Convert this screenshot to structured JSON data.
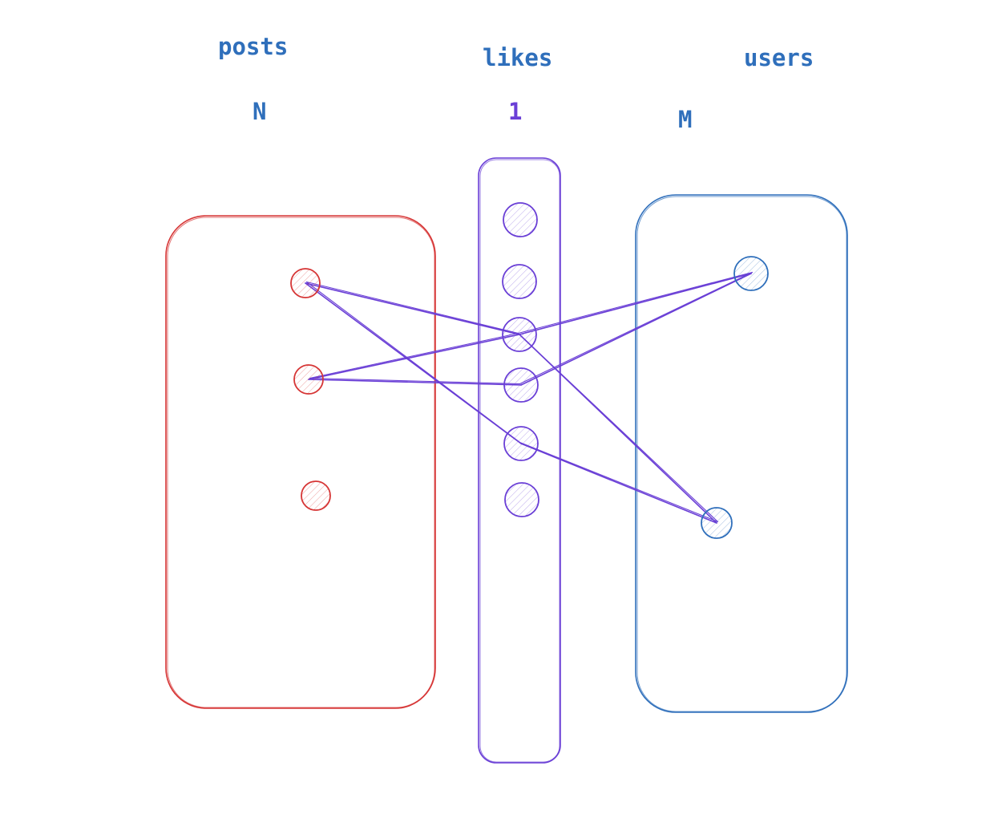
{
  "colors": {
    "posts": "#d63535",
    "likes": "#6a3fd6",
    "users": "#2f6fbb",
    "label_blue": "#2f6fbb",
    "label_violet": "#6a3fd6"
  },
  "labels": {
    "posts_title": "posts",
    "likes_title": "likes",
    "users_title": "users",
    "posts_cardinality": "N",
    "likes_cardinality": "1",
    "users_cardinality": "M"
  },
  "entities": {
    "posts": {
      "node_count": 3
    },
    "likes": {
      "node_count": 6
    },
    "users": {
      "node_count": 2
    }
  },
  "connections": [
    {
      "from": "posts.1",
      "to": "likes.3"
    },
    {
      "from": "posts.1",
      "to": "likes.5"
    },
    {
      "from": "posts.2",
      "to": "likes.3"
    },
    {
      "from": "posts.2",
      "to": "likes.4"
    },
    {
      "from": "users.1",
      "to": "likes.3"
    },
    {
      "from": "users.1",
      "to": "likes.4"
    },
    {
      "from": "users.2",
      "to": "likes.3"
    },
    {
      "from": "users.2",
      "to": "likes.5"
    }
  ]
}
